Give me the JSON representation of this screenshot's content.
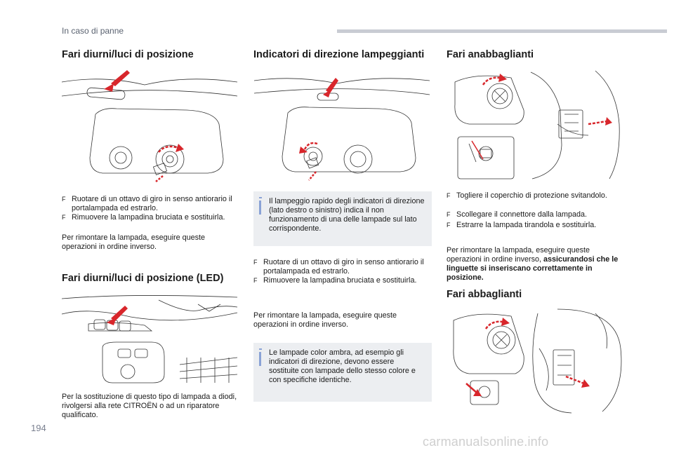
{
  "header": {
    "section_title": "In caso di panne"
  },
  "page_number": "194",
  "watermark": "carmanualsonline.info",
  "col1": {
    "title_drl": "Fari diurni/luci di posizione",
    "drl_bullets": [
      "Ruotare di un ottavo di giro in senso antiorario il portalampada ed estrarlo.",
      "Rimuovere la lampadina bruciata e sostituirla."
    ],
    "drl_text": "Per rimontare la lampada, eseguire queste operazioni in ordine inverso.",
    "title_led": "Fari diurni/luci di posizione (LED)",
    "led_text": "Per la sostituzione di questo tipo di lampada a diodi, rivolgersi alla rete CITROËN o ad un riparatore qualificato."
  },
  "col2": {
    "title": "Indicatori di direzione lampeggianti",
    "note1": "Il lampeggio rapido degli indicatori di direzione (lato destro o sinistro) indica il non funzionamento di una delle lampade sul lato corrispondente.",
    "bullets": [
      "Ruotare di un ottavo di giro in senso antiorario il portalampada ed estrarlo.",
      "Rimuovere la lampadina bruciata e sostituirla."
    ],
    "text": "Per rimontare la lampada, eseguire queste operazioni in ordine inverso.",
    "note2": "Le lampade color ambra, ad esempio gli indicatori di direzione, devono essere sostituite con lampade dello stesso colore e con specifiche identiche."
  },
  "col3": {
    "title_low": "Fari anabbaglianti",
    "low_bullets": [
      "Togliere il coperchio di protezione svitandolo.",
      "Scollegare il connettore dalla lampada.",
      "Estrarre la lampada tirandola e sostituirla."
    ],
    "low_text_plain": "Per rimontare la lampada, eseguire queste operazioni in ordine inverso, ",
    "low_text_bold": "assicurandosi che le linguette si inseriscano correttamente in posizione.",
    "title_high": "Fari abbaglianti"
  },
  "bullet_glyph": "F",
  "colors": {
    "accent_red": "#d8262b",
    "note_bg": "#eceef1",
    "info_blue": "#8aa2d6",
    "header_bar": "#c9ccd3"
  }
}
